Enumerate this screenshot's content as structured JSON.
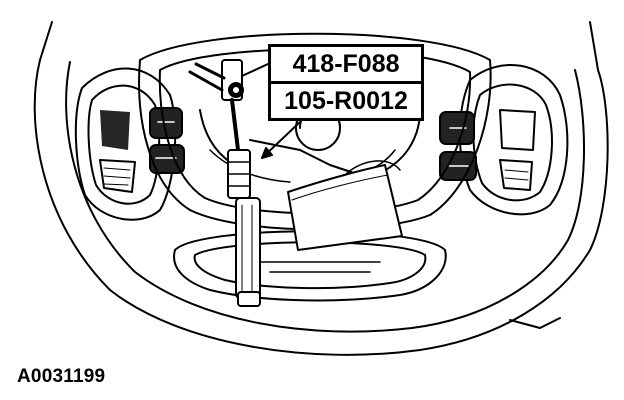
{
  "callouts": {
    "tool_number_1": "418-F088",
    "tool_number_2": "105-R0012"
  },
  "figure_id": "A0031199",
  "icons": [
    "steering-wheel-illustration",
    "airbag-module-illustration",
    "special-tool-illustration"
  ],
  "colors": {
    "ink": "#000000",
    "paper": "#ffffff"
  }
}
